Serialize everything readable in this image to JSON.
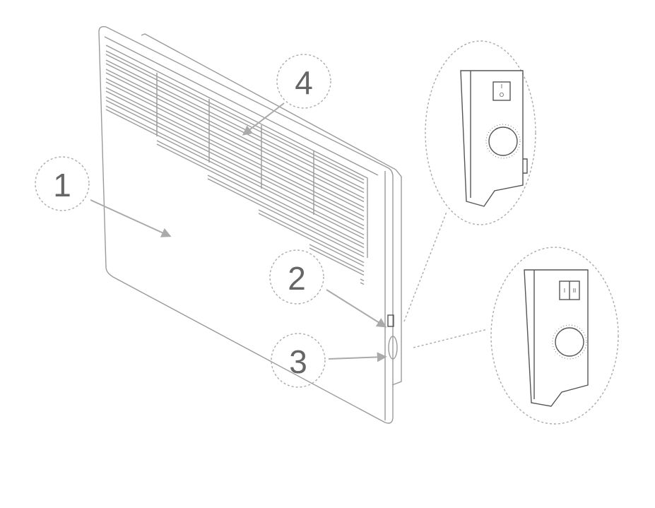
{
  "labels": {
    "front_panel": "1",
    "power_switch": "2",
    "thermostat_knob": "3",
    "air_outlet_grille": "4"
  },
  "insets": {
    "upper_switch_symbols": [
      "I",
      "O"
    ],
    "lower_switch_symbols": [
      "I",
      "II"
    ]
  }
}
